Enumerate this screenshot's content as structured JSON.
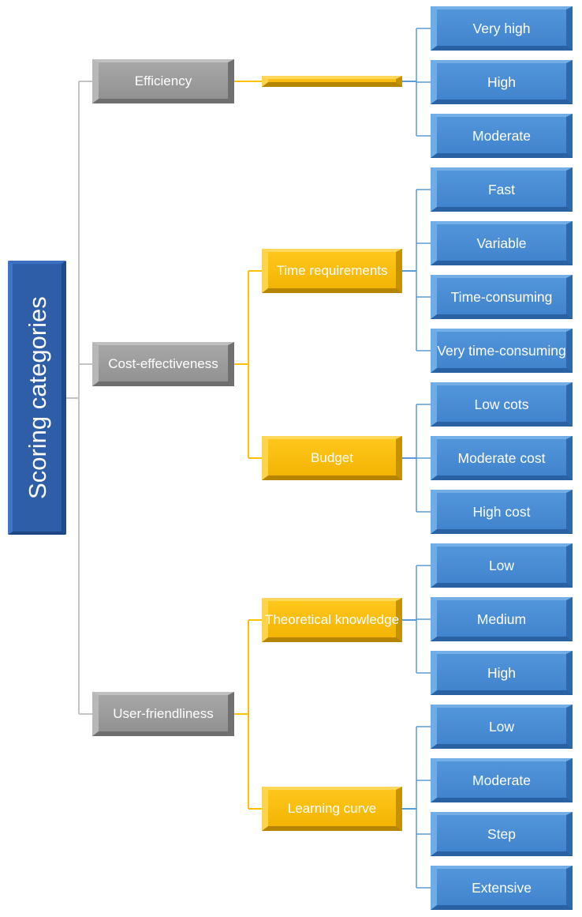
{
  "root": {
    "label": "Scoring categories"
  },
  "categories": [
    {
      "label": "Efficiency",
      "subs": [
        {
          "label": "",
          "options": [
            "Very high",
            "High",
            "Moderate"
          ]
        }
      ]
    },
    {
      "label": "Cost-effectiveness",
      "subs": [
        {
          "label": "Time requirements",
          "options": [
            "Fast",
            "Variable",
            "Time-consuming",
            "Very time-consuming"
          ]
        },
        {
          "label": "Budget",
          "options": [
            "Low cots",
            "Moderate cost",
            "High cost"
          ]
        }
      ]
    },
    {
      "label": "User-friendliness",
      "subs": [
        {
          "label": "Theoretical knowledge",
          "options": [
            "Low",
            "Medium",
            "High"
          ]
        },
        {
          "label": "Learning curve",
          "options": [
            "Low",
            "Moderate",
            "Step",
            "Extensive"
          ]
        }
      ]
    }
  ],
  "colors": {
    "root": "#2f5ea8",
    "category": "#9c9c9c",
    "subcategory": "#f7bc0a",
    "option": "#4a8ed6",
    "connector_gray": "#c4c4c4",
    "connector_gold": "#ffc000",
    "connector_blue": "#5b9bd5"
  }
}
